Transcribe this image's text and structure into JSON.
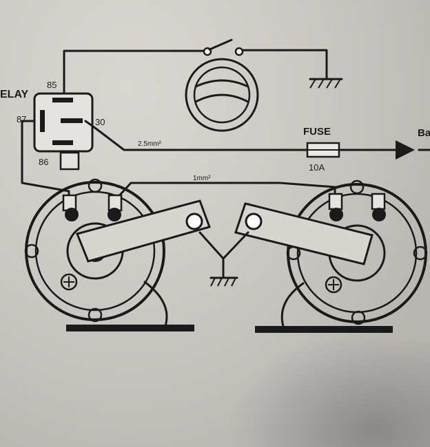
{
  "relay": {
    "title": "ELAY",
    "pin_85": "85",
    "pin_87": "87",
    "pin_30": "30",
    "pin_86": "86"
  },
  "wires": {
    "main_gauge": "2.5mm²",
    "horn_link_gauge": "1mm²"
  },
  "fuse": {
    "label": "FUSE",
    "rating": "10A"
  },
  "battery": {
    "label": "Ba"
  },
  "colors": {
    "ink": "#1a1a1a",
    "paper": "#d3d2cd"
  }
}
